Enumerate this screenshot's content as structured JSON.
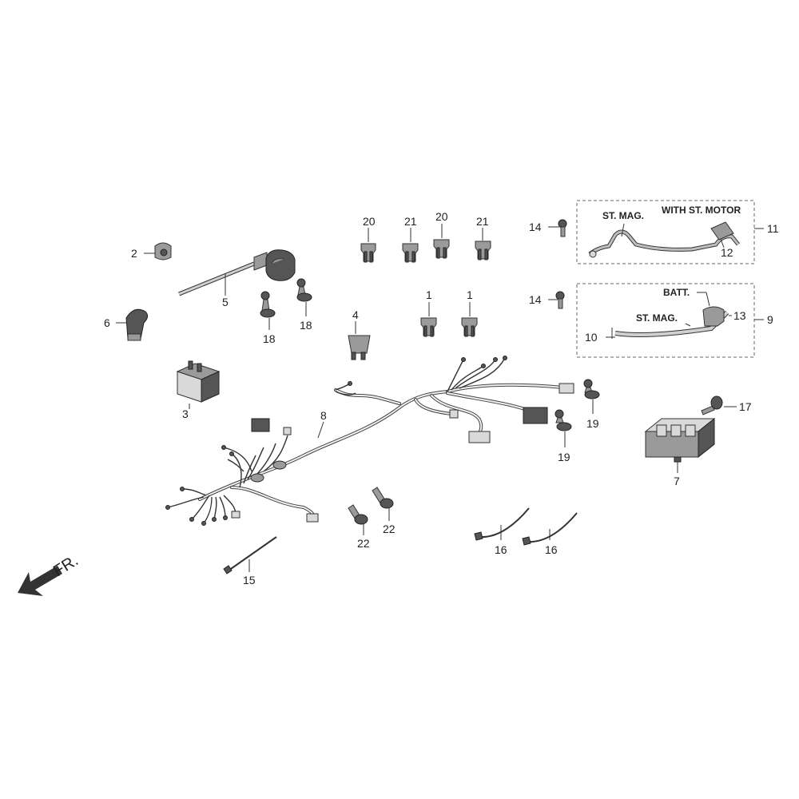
{
  "parts": {
    "p1a": "1",
    "p1b": "1",
    "p2": "2",
    "p3": "3",
    "p4": "4",
    "p5": "5",
    "p6": "6",
    "p7": "7",
    "p8": "8",
    "p9": "9",
    "p10": "10",
    "p11": "11",
    "p12": "12",
    "p13": "13",
    "p14a": "14",
    "p14b": "14",
    "p15": "15",
    "p16a": "16",
    "p16b": "16",
    "p17": "17",
    "p18a": "18",
    "p18b": "18",
    "p19a": "19",
    "p19b": "19",
    "p20a": "20",
    "p20b": "20",
    "p21a": "21",
    "p21b": "21",
    "p22a": "22",
    "p22b": "22"
  },
  "labels": {
    "st_mag_top": "ST. MAG.",
    "with_st_motor": "WITH ST. MOTOR",
    "batt": "BATT.",
    "st_mag_bottom": "ST. MAG."
  },
  "direction": "FR."
}
